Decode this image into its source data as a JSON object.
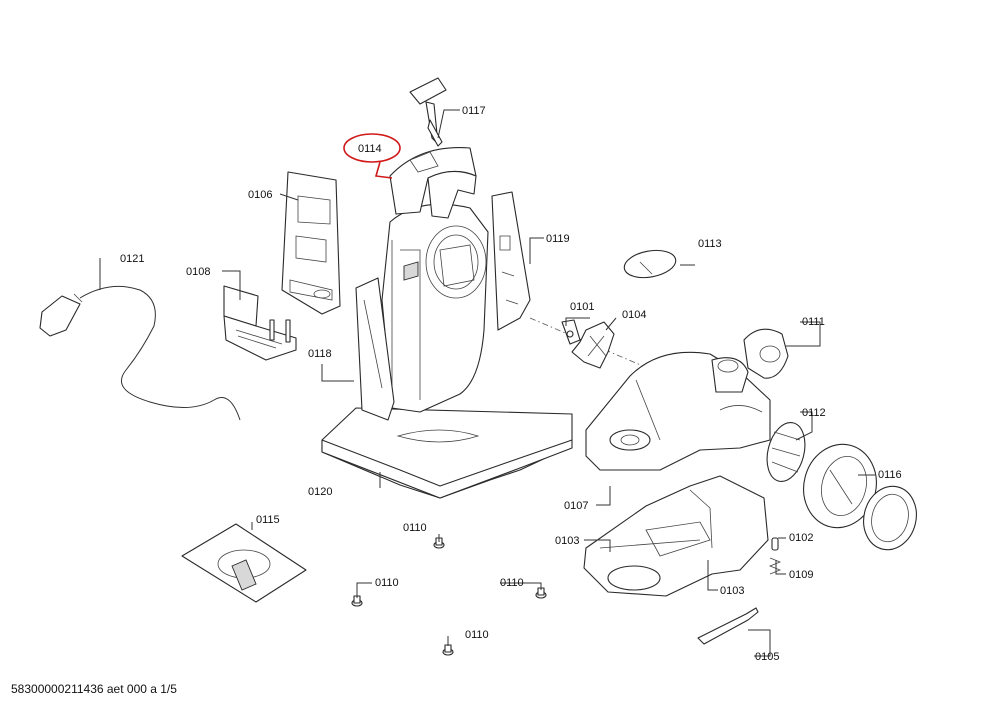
{
  "diagram": {
    "highlight_color": "#d01a1a",
    "labels": {
      "p0101": "0101",
      "p0102": "0102",
      "p0103a": "0103",
      "p0103b": "0103",
      "p0104": "0104",
      "p0105": "0105",
      "p0106": "0106",
      "p0107": "0107",
      "p0108": "0108",
      "p0109": "0109",
      "p0110a": "0110",
      "p0110b": "0110",
      "p0110c": "0110",
      "p0110d": "0110",
      "p0111": "0111",
      "p0112": "0112",
      "p0113": "0113",
      "p0114": "0114",
      "p0115": "0115",
      "p0116": "0116",
      "p0117": "0117",
      "p0118": "0118",
      "p0119": "0119",
      "p0120": "0120",
      "p0121": "0121"
    },
    "highlighted_part": "0114"
  },
  "footer": {
    "doc_code": "58300000211436 aet 000 a 1/5"
  }
}
